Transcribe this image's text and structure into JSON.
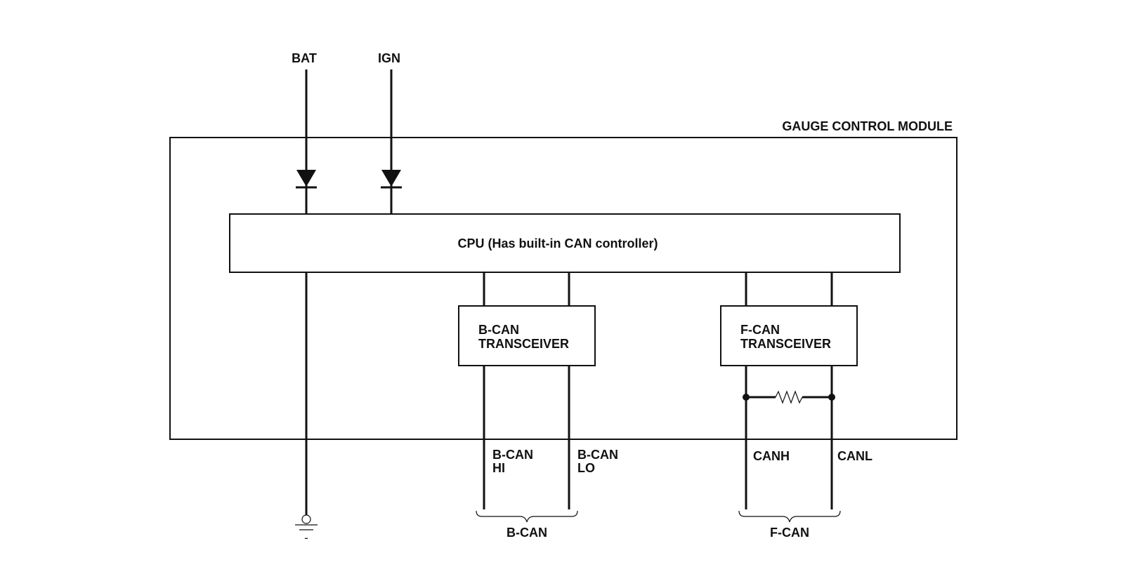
{
  "inputs": {
    "bat": "BAT",
    "ign": "IGN"
  },
  "module": {
    "title": "GAUGE CONTROL MODULE"
  },
  "cpu": {
    "label": "CPU (Has built-in CAN controller)"
  },
  "bcan": {
    "transceiver_line1": "B-CAN",
    "transceiver_line2": "TRANSCEIVER",
    "hi_line1": "B-CAN",
    "hi_line2": "HI",
    "lo_line1": "B-CAN",
    "lo_line2": "LO",
    "bus": "B-CAN"
  },
  "fcan": {
    "transceiver_line1": "F-CAN",
    "transceiver_line2": "TRANSCEIVER",
    "canh": "CANH",
    "canl": "CANL",
    "bus": "F-CAN"
  },
  "ground": {
    "sign": "-"
  }
}
